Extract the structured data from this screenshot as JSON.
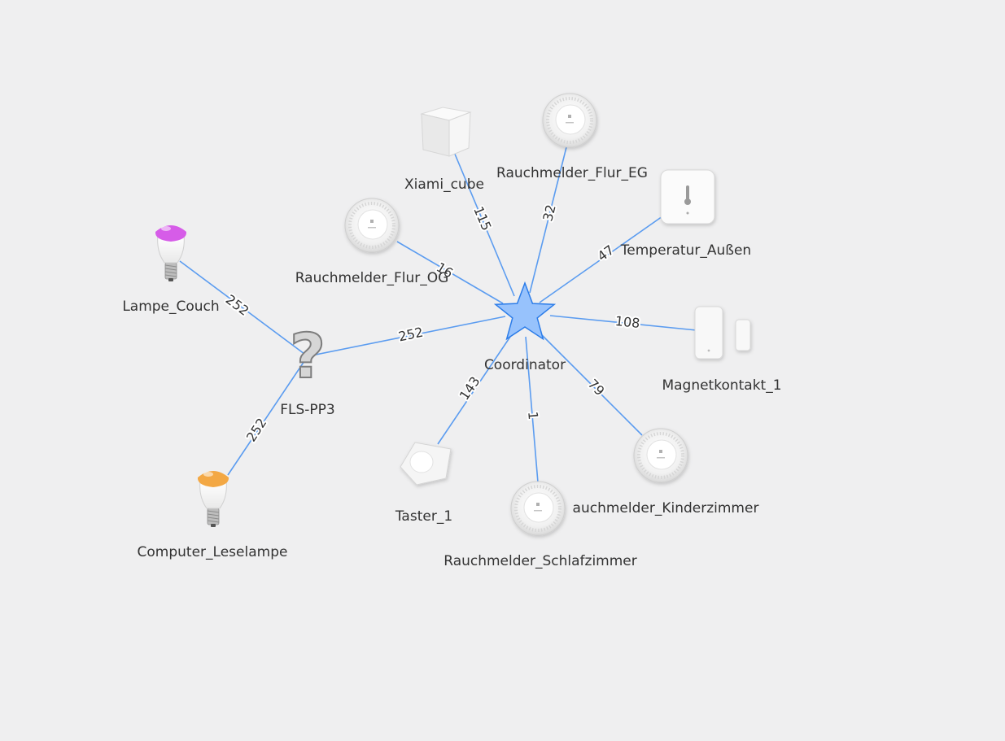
{
  "diagram": {
    "nodes": [
      {
        "id": "coordinator",
        "label": "Coordinator",
        "icon": "star-icon"
      },
      {
        "id": "xiami",
        "label": "Xiami_cube",
        "icon": "cube-icon"
      },
      {
        "id": "flur_eg",
        "label": "Rauchmelder_Flur_EG",
        "icon": "smoke-detector-icon"
      },
      {
        "id": "temp",
        "label": "Temperatur_Außen",
        "icon": "thermometer-sensor-icon"
      },
      {
        "id": "flur_og",
        "label": "Rauchmelder_Flur_OG",
        "icon": "smoke-detector-icon"
      },
      {
        "id": "magnet",
        "label": "Magnetkontakt_1",
        "icon": "door-contact-icon"
      },
      {
        "id": "kinder",
        "label": "auchmelder_Kinderzimmer",
        "icon": "smoke-detector-icon"
      },
      {
        "id": "schlaf",
        "label": "Rauchmelder_Schlafzimmer",
        "icon": "smoke-detector-icon"
      },
      {
        "id": "taster",
        "label": "Taster_1",
        "icon": "button-switch-icon"
      },
      {
        "id": "flspp3",
        "label": "FLS-PP3",
        "icon": "unknown-device-icon"
      },
      {
        "id": "lampe",
        "label": "Lampe_Couch",
        "icon": "bulb-color-icon"
      },
      {
        "id": "computer",
        "label": "Computer_Leselampe",
        "icon": "bulb-warm-icon"
      }
    ],
    "edges": [
      {
        "from": "coordinator",
        "to": "xiami",
        "label": "115"
      },
      {
        "from": "coordinator",
        "to": "flur_eg",
        "label": "32"
      },
      {
        "from": "coordinator",
        "to": "temp",
        "label": "47"
      },
      {
        "from": "coordinator",
        "to": "flur_og",
        "label": "16"
      },
      {
        "from": "coordinator",
        "to": "magnet",
        "label": "108"
      },
      {
        "from": "coordinator",
        "to": "kinder",
        "label": "79"
      },
      {
        "from": "coordinator",
        "to": "schlaf",
        "label": "1"
      },
      {
        "from": "coordinator",
        "to": "taster",
        "label": "143"
      },
      {
        "from": "coordinator",
        "to": "flspp3",
        "label": "252"
      },
      {
        "from": "flspp3",
        "to": "lampe",
        "label": "252"
      },
      {
        "from": "flspp3",
        "to": "computer",
        "label": "252"
      }
    ],
    "colors": {
      "background": "#efeff0",
      "edge": "#5b9cf0",
      "coordinator_fill": "#97c2fc",
      "coordinator_stroke": "#2b7ce9",
      "bulb_color": "#d65ce8",
      "bulb_warm": "#f3a844"
    }
  }
}
